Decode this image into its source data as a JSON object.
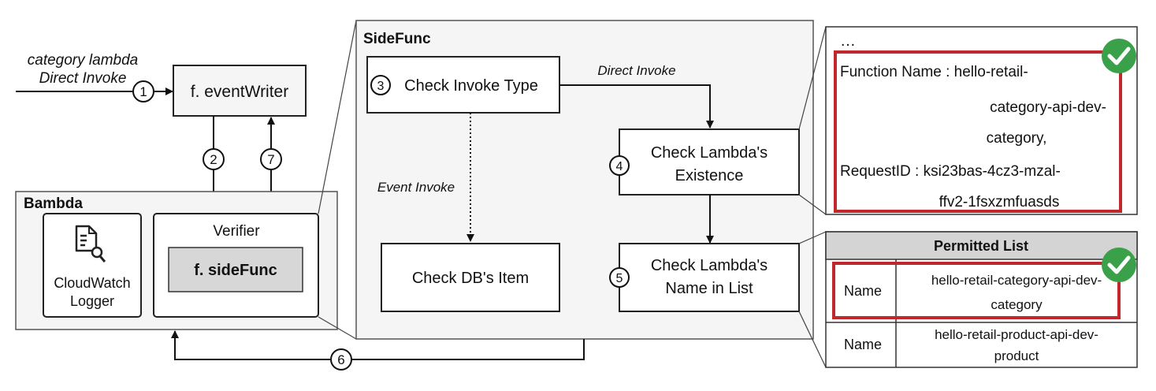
{
  "input": {
    "line1": "category lambda",
    "line2": "Direct Invoke"
  },
  "event_writer": {
    "label": "f. eventWriter"
  },
  "bambda": {
    "title": "Bambda",
    "logger_line1": "CloudWatch",
    "logger_line2": "Logger",
    "logger_icon": "document-search-icon",
    "verifier_label": "Verifier",
    "sidefunc_label": "f. sideFunc"
  },
  "steps": {
    "s1": "1",
    "s2": "2",
    "s3": "3",
    "s4": "4",
    "s5": "5",
    "s6": "6",
    "s7": "7"
  },
  "sidefunc": {
    "title": "SideFunc",
    "check_invoke_type": "Check Invoke Type",
    "direct_invoke": "Direct Invoke",
    "event_invoke": "Event Invoke",
    "check_existence_line1": "Check Lambda's",
    "check_existence_line2": "Existence",
    "check_db_item": "Check DB's Item",
    "check_name_line1": "Check Lambda's",
    "check_name_line2": "Name in List"
  },
  "request_info": {
    "ellipsis": "…",
    "fn_line1": "Function Name : hello-retail-",
    "fn_line2": "category-api-dev-",
    "fn_line3": "category,",
    "req_line1": "RequestID : ksi23bas-4cz3-mzal-",
    "req_line2": "ffv2-1fsxzmfuasds",
    "check_color": "#3aa04a",
    "highlight_color": "#c0282d"
  },
  "permitted_list": {
    "header": "Permitted List",
    "rows": [
      {
        "key": "Name",
        "value_line1": "hello-retail-category-api-dev-",
        "value_line2": "category"
      },
      {
        "key": "Name",
        "value_line1": "hello-retail-product-api-dev-",
        "value_line2": "product"
      }
    ]
  }
}
